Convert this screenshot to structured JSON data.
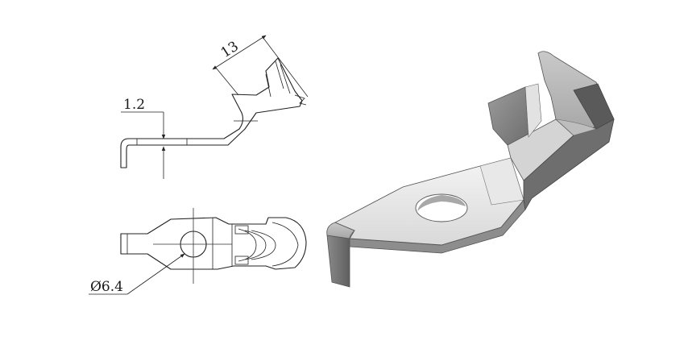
{
  "dimensions": {
    "length": "13",
    "thickness": "1.2",
    "hole_diameter": "Ø6.4"
  }
}
